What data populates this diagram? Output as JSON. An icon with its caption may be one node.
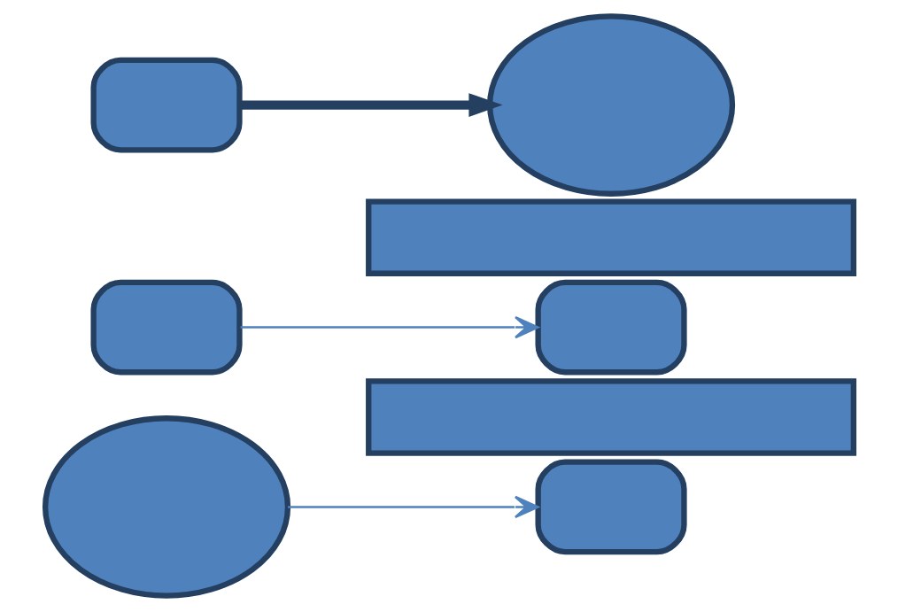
{
  "diagram": {
    "nodes": [
      {
        "text": [],
        "shape": "ellipse"
      },
      {
        "text": [],
        "shape": "bar"
      },
      {
        "text": [],
        "shape": "box"
      },
      {
        "text": [],
        "shape": "box"
      },
      {
        "text": [],
        "shape": "bar"
      },
      {
        "text": [],
        "shape": "box"
      },
      {
        "text": [],
        "shape": "box"
      },
      {
        "text": [],
        "shape": "ellipse"
      }
    ],
    "edges": [
      {
        "from": 0,
        "to": 2,
        "arrow": "to"
      },
      {
        "from": 3,
        "to": 5,
        "arrow": "to"
      },
      {
        "from": 6,
        "to": 7,
        "arrow": "to",
        "style": "thick",
        "color": "#243f60"
      }
    ]
  }
}
